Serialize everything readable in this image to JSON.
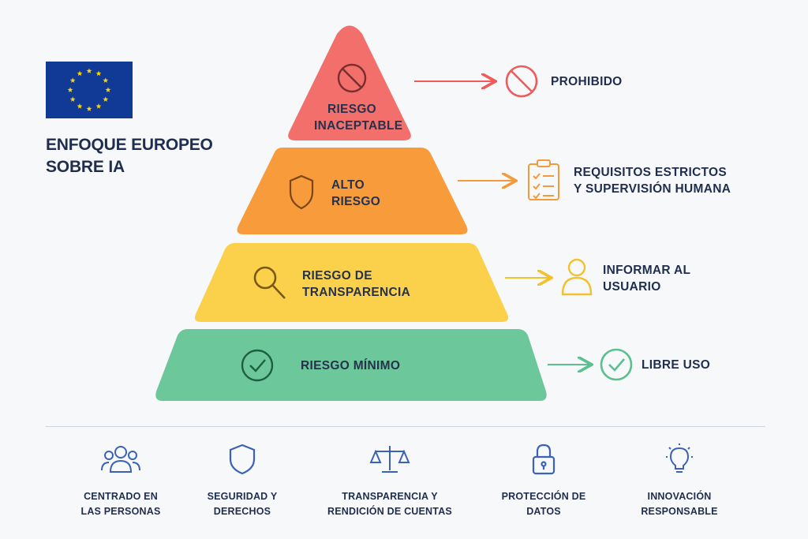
{
  "title": [
    "ENFOQUE EUROPEO",
    "SOBRE IA"
  ],
  "colors": {
    "unacceptable": "#f26f6c",
    "high": "#f89b3b",
    "transparency": "#fbd14b",
    "minimal": "#6cc79a",
    "eu_blue": "#103a96",
    "eu_star": "#ffd500",
    "navy": "#1f2d4e",
    "icon_blue": "#3b62b8"
  },
  "tiers": [
    {
      "lines": [
        "RIESGO",
        "INACEPTABLE"
      ],
      "icon": "prohibited-icon",
      "outcome": [
        "PROHIBIDO"
      ],
      "outcome_icon": "prohibited-icon"
    },
    {
      "lines": [
        "ALTO",
        "RIESGO"
      ],
      "icon": "shield-icon",
      "outcome": [
        "REQUISITOS ESTRICTOS",
        "Y SUPERVISIÓN HUMANA"
      ],
      "outcome_icon": "clipboard-checklist-icon"
    },
    {
      "lines": [
        "RIESGO DE",
        "TRANSPARENCIA"
      ],
      "icon": "magnifier-icon",
      "outcome": [
        "INFORMAR AL",
        "USUARIO"
      ],
      "outcome_icon": "user-icon"
    },
    {
      "lines": [
        "RIESGO MÍNIMO"
      ],
      "icon": "check-circle-icon",
      "outcome": [
        "LIBRE USO"
      ],
      "outcome_icon": "check-circle-icon"
    }
  ],
  "principles": [
    {
      "lines": [
        "CENTRADO EN",
        "LAS PERSONAS"
      ],
      "icon": "people-icon"
    },
    {
      "lines": [
        "SEGURIDAD Y",
        "DERECHOS"
      ],
      "icon": "shield-icon"
    },
    {
      "lines": [
        "TRANSPARENCIA Y",
        "RENDICIÓN DE CUENTAS"
      ],
      "icon": "scales-icon"
    },
    {
      "lines": [
        "PROTECCIÓN DE",
        "DATOS"
      ],
      "icon": "padlock-icon"
    },
    {
      "lines": [
        "INNOVACIÓN",
        "RESPONSABLE"
      ],
      "icon": "lightbulb-icon"
    }
  ]
}
